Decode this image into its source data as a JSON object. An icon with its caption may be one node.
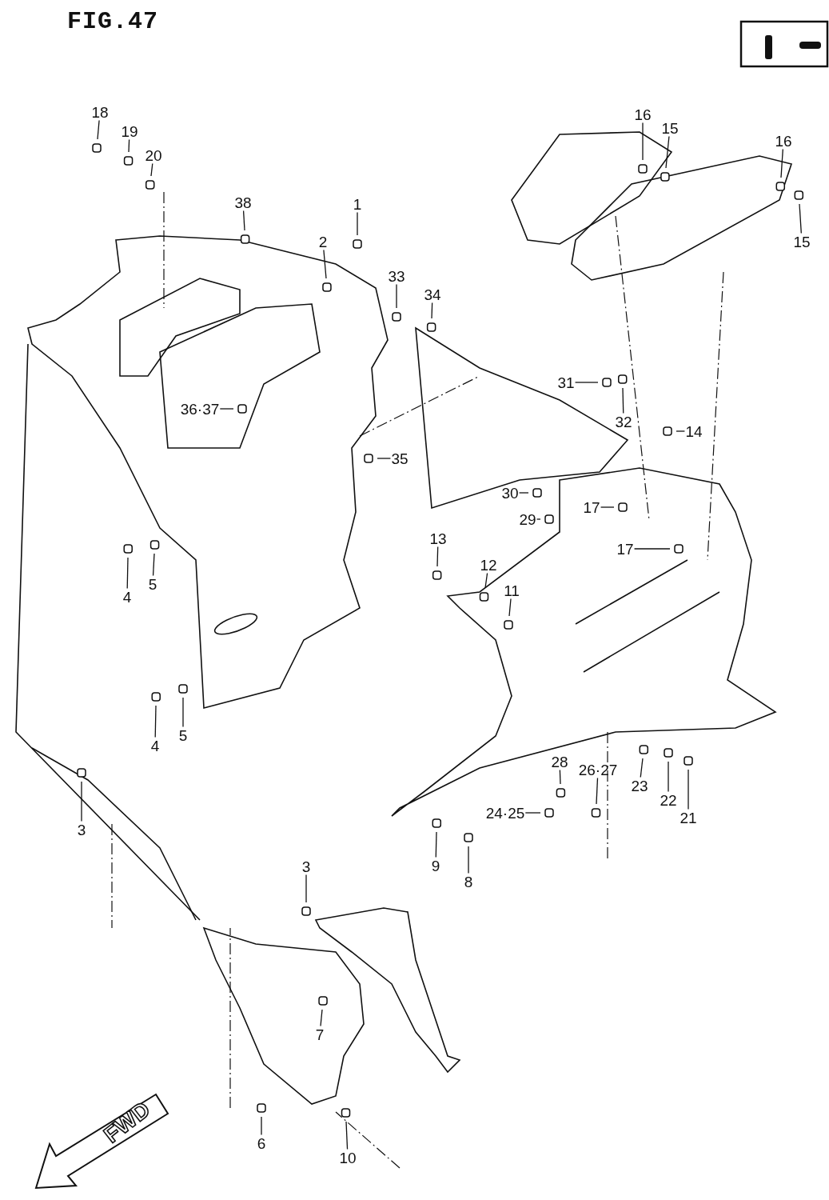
{
  "diagram": {
    "title": "FIG.47",
    "nodes": [
      {
        "text": [
          "18"
        ]
      },
      {
        "text": [
          "19"
        ]
      },
      {
        "text": [
          "20"
        ]
      },
      {
        "text": [
          "38"
        ]
      },
      {
        "text": [
          "1"
        ]
      },
      {
        "text": [
          "2"
        ]
      },
      {
        "text": [
          "33"
        ]
      },
      {
        "text": [
          "34"
        ]
      },
      {
        "text": [
          "16"
        ]
      },
      {
        "text": [
          "15"
        ]
      },
      {
        "text": [
          "16"
        ]
      },
      {
        "text": [
          "15"
        ]
      },
      {
        "text": [
          "36·37"
        ]
      },
      {
        "text": [
          "31"
        ]
      },
      {
        "text": [
          "32"
        ]
      },
      {
        "text": [
          "14"
        ]
      },
      {
        "text": [
          "35"
        ]
      },
      {
        "text": [
          "30"
        ]
      },
      {
        "text": [
          "29"
        ]
      },
      {
        "text": [
          "17"
        ]
      },
      {
        "text": [
          "17"
        ]
      },
      {
        "text": [
          "13"
        ]
      },
      {
        "text": [
          "12"
        ]
      },
      {
        "text": [
          "11"
        ]
      },
      {
        "text": [
          "4"
        ]
      },
      {
        "text": [
          "5"
        ]
      },
      {
        "text": [
          "4"
        ]
      },
      {
        "text": [
          "5"
        ]
      },
      {
        "text": [
          "28"
        ]
      },
      {
        "text": [
          "26·27"
        ]
      },
      {
        "text": [
          "23"
        ]
      },
      {
        "text": [
          "22"
        ]
      },
      {
        "text": [
          "21"
        ]
      },
      {
        "text": [
          "3"
        ]
      },
      {
        "text": [
          "9"
        ]
      },
      {
        "text": [
          "24·25"
        ]
      },
      {
        "text": [
          "8"
        ]
      },
      {
        "text": [
          "3"
        ]
      },
      {
        "text": [
          "7"
        ]
      },
      {
        "text": [
          "6"
        ]
      },
      {
        "text": [
          "10"
        ]
      }
    ],
    "edges": [
      {
        "from": 0,
        "to": null,
        "arrow": "none"
      },
      {
        "from": 1,
        "to": null,
        "arrow": "none"
      },
      {
        "from": 2,
        "to": null,
        "arrow": "none"
      },
      {
        "from": 3,
        "to": null,
        "arrow": "none"
      },
      {
        "from": 4,
        "to": null,
        "arrow": "none"
      },
      {
        "from": 5,
        "to": null,
        "arrow": "none"
      },
      {
        "from": 6,
        "to": null,
        "arrow": "none"
      },
      {
        "from": 7,
        "to": null,
        "arrow": "none"
      },
      {
        "from": 8,
        "to": null,
        "arrow": "none"
      },
      {
        "from": 9,
        "to": null,
        "arrow": "none"
      },
      {
        "from": 10,
        "to": null,
        "arrow": "none"
      },
      {
        "from": 11,
        "to": null,
        "arrow": "none"
      },
      {
        "from": 12,
        "to": null,
        "arrow": "none"
      },
      {
        "from": 13,
        "to": null,
        "arrow": "none"
      },
      {
        "from": 14,
        "to": null,
        "arrow": "none"
      },
      {
        "from": 15,
        "to": null,
        "arrow": "none"
      },
      {
        "from": 16,
        "to": null,
        "arrow": "none"
      },
      {
        "from": 17,
        "to": null,
        "arrow": "none"
      },
      {
        "from": 18,
        "to": null,
        "arrow": "none"
      },
      {
        "from": 19,
        "to": null,
        "arrow": "none"
      },
      {
        "from": 20,
        "to": null,
        "arrow": "none"
      },
      {
        "from": 21,
        "to": null,
        "arrow": "none"
      },
      {
        "from": 22,
        "to": null,
        "arrow": "none"
      },
      {
        "from": 23,
        "to": null,
        "arrow": "none"
      },
      {
        "from": 24,
        "to": null,
        "arrow": "none"
      },
      {
        "from": 25,
        "to": null,
        "arrow": "none"
      },
      {
        "from": 26,
        "to": null,
        "arrow": "none"
      },
      {
        "from": 27,
        "to": null,
        "arrow": "none"
      },
      {
        "from": 28,
        "to": null,
        "arrow": "none"
      },
      {
        "from": 29,
        "to": null,
        "arrow": "none"
      },
      {
        "from": 30,
        "to": null,
        "arrow": "none"
      },
      {
        "from": 31,
        "to": null,
        "arrow": "none"
      },
      {
        "from": 32,
        "to": null,
        "arrow": "none"
      },
      {
        "from": 33,
        "to": null,
        "arrow": "none"
      },
      {
        "from": 34,
        "to": null,
        "arrow": "none"
      },
      {
        "from": 35,
        "to": null,
        "arrow": "none"
      },
      {
        "from": 36,
        "to": null,
        "arrow": "none"
      },
      {
        "from": 37,
        "to": null,
        "arrow": "none"
      },
      {
        "from": 38,
        "to": null,
        "arrow": "none"
      },
      {
        "from": 39,
        "to": null,
        "arrow": "none"
      },
      {
        "from": 40,
        "to": null,
        "arrow": "none"
      }
    ],
    "labels": [
      "FWD"
    ]
  }
}
